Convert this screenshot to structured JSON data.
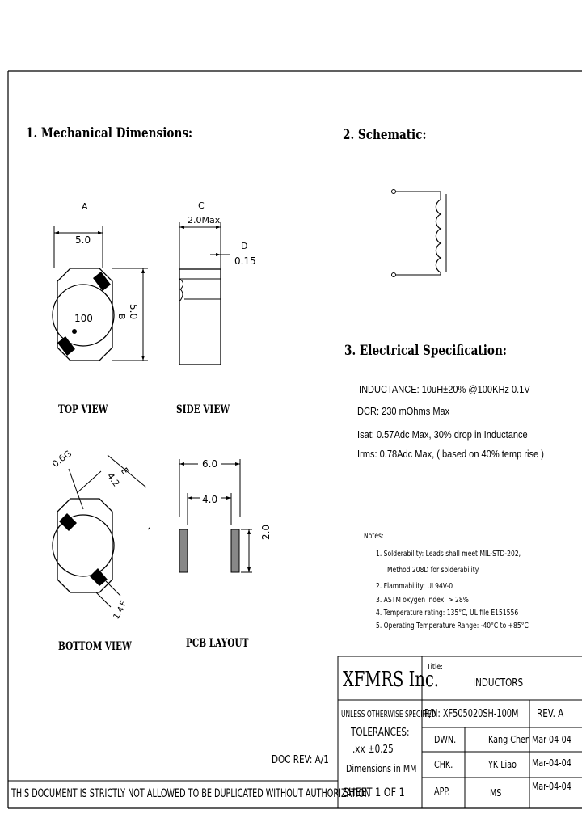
{
  "sections": {
    "mechanical": "1. Mechanical Dimensions:",
    "schematic": "2. Schematic:",
    "electrical": "3. Electrical Specification:"
  },
  "views": {
    "top": "TOP VIEW",
    "side": "SIDE VIEW",
    "bottom": "BOTTOM VIEW",
    "pcb": "PCB LAYOUT"
  },
  "dims": {
    "a_label": "A",
    "a_value": "5.0",
    "b_label": "B",
    "b_value": "5.0",
    "c_label": "C",
    "c_value": "2.0Max",
    "d_label": "D",
    "d_value": "0.15",
    "marking": "100",
    "e_label": "E",
    "e_value": "4.2",
    "g_label": "G",
    "g_value": "0.6",
    "f_label": "F",
    "f_value": "1.4",
    "pcb_outer": "6.0",
    "pcb_inner": "4.0",
    "pcb_height": "2.0"
  },
  "electrical": {
    "inductance": "INDUCTANCE: 10uH±20% @100KHz 0.1V",
    "dcr": "DCR: 230 mOhms Max",
    "isat": "Isat: 0.57Adc Max, 30% drop in Inductance",
    "irms": "Irms: 0.78Adc Max, ( based on 40% temp rise )"
  },
  "notes": {
    "title": "Notes:",
    "items": [
      "1. Solderability: Leads shall meet MIL-STD-202,",
      "Method 208D for solderability.",
      "2. Flammability: UL94V-0",
      "3. ASTM oxygen index: > 28%",
      "4. Temperature rating: 135°C, UL file E151556",
      "5. Operating Temperature Range: -40°C to +85°C"
    ]
  },
  "title_block": {
    "company": "XFMRS Inc.",
    "title_label": "Title:",
    "title": "INDUCTORS",
    "unless": "UNLESS OTHERWISE SPECIFIED",
    "pn": "P/N: XF505020SH-100M",
    "rev": "REV. A",
    "tolerances": "TOLERANCES:",
    "tol_value": ".xx ±0.25",
    "dimensions": "Dimensions in MM",
    "dwn_label": "DWN.",
    "dwn_name": "Kang Chen",
    "dwn_date": "Mar-04-04",
    "chk_label": "CHK.",
    "chk_name": "YK Liao",
    "chk_date": "Mar-04-04",
    "app_label": "APP.",
    "app_name": "MS",
    "app_date": "Mar-04-04",
    "doc_rev": "DOC REV: A/1",
    "sheet": "SHEET 1 OF 1",
    "footer": "THIS DOCUMENT IS STRICTLY NOT ALLOWED TO BE DUPLICATED WITHOUT AUTHORIZATION"
  }
}
